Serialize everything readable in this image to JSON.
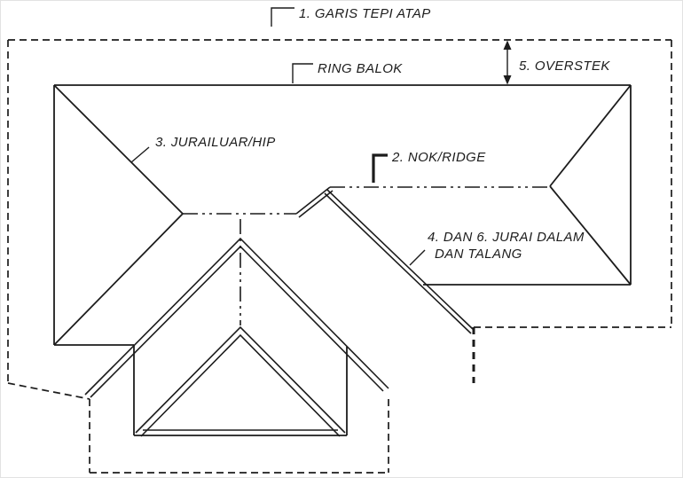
{
  "diagram": {
    "labels": {
      "garis_tepi_atap": "1. GARIS TEPI ATAP",
      "ring_balok": "RING BALOK",
      "overstek": "5. OVERSTEK",
      "jurai_luar_hip": "3. JURAILUAR/HIP",
      "nok_ridge": "2. NOK/RIDGE",
      "jurai_dalam_1": "4. DAN 6. JURAI DALAM",
      "jurai_dalam_2": "DAN TALANG"
    },
    "colors": {
      "line": "#1c1c1c",
      "background": "#ffffff"
    }
  }
}
